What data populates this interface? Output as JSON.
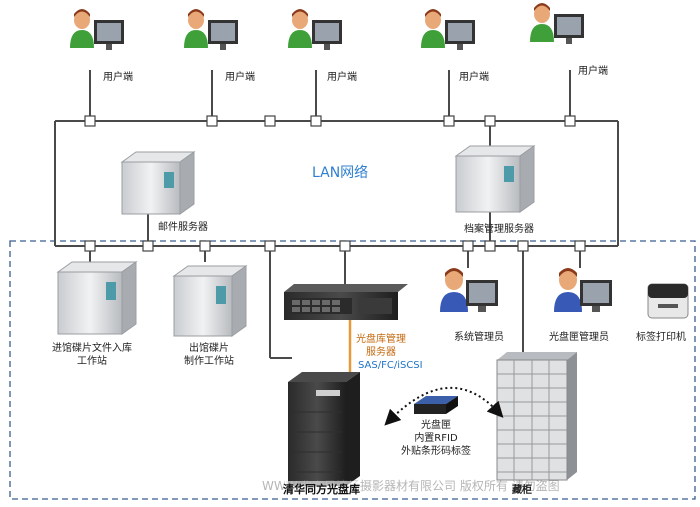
{
  "network": {
    "lan_label": "LAN网络",
    "protocol_label": "SAS/FC/iSCSI"
  },
  "users": [
    "用户端",
    "用户端",
    "用户端",
    "用户端",
    "用户端"
  ],
  "servers": {
    "mail": "邮件服务器",
    "archive": "档案管理服务器"
  },
  "workstations": {
    "import": [
      "进馆碟片文件入库",
      "工作站"
    ],
    "export": [
      "出馆碟片",
      "制作工作站"
    ]
  },
  "library_server": [
    "光盘库管理",
    "服务器"
  ],
  "admins": {
    "system": "系统管理员",
    "disc_box": "光盘匣管理员"
  },
  "printer": "标签打印机",
  "disc_box": [
    "光盘匣",
    "内置RFID",
    "外贴条形码标签"
  ],
  "library": "清华同方光盘库",
  "cabinet": "藏柜",
  "watermark": "WWW.北京风清扬摄影器材有限公司 版权所有 请勿盗图"
}
